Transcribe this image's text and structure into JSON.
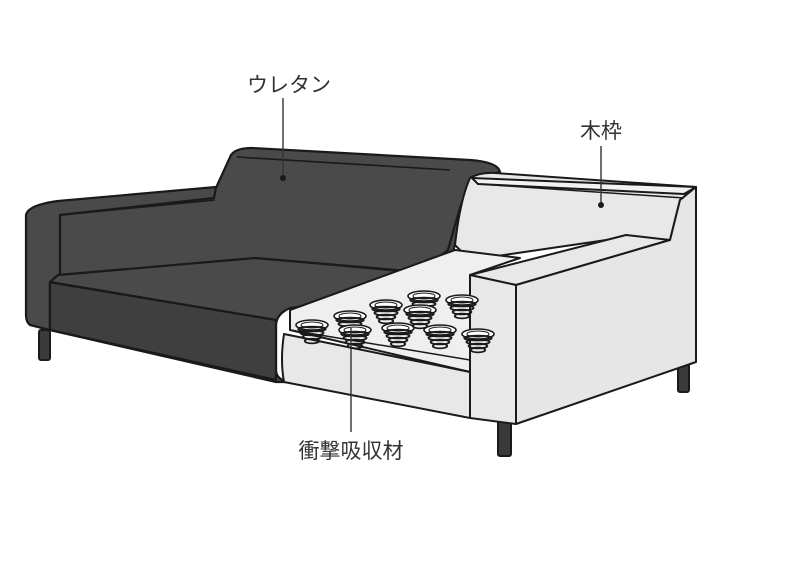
{
  "labels": {
    "urethane": "ウレタン",
    "wood_frame": "木枠",
    "shock_absorber": "衝撃吸収材"
  },
  "colors": {
    "fabric": "#4a4a4a",
    "frame": "#e8e8e8",
    "outline": "#1a1a1a",
    "leader": "#333333"
  },
  "springs": {
    "count": 10
  }
}
